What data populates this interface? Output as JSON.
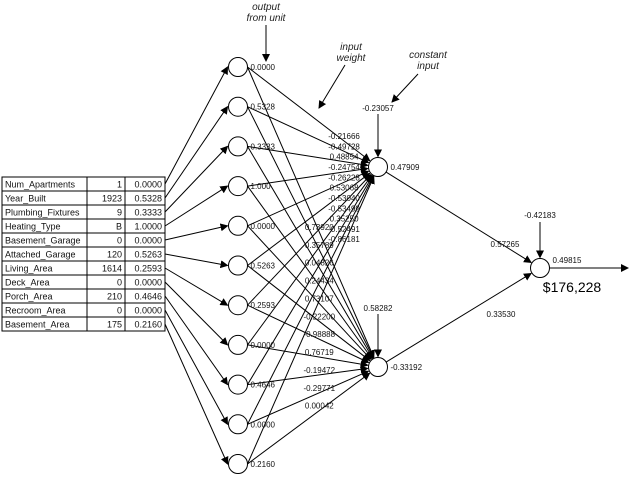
{
  "annotations": {
    "output_from_unit": [
      "output",
      "from unit"
    ],
    "input_weight": [
      "input",
      "weight"
    ],
    "constant_input": [
      "constant",
      "input"
    ]
  },
  "input_table": [
    {
      "name": "Num_Apartments",
      "raw": "1",
      "norm": "0.0000"
    },
    {
      "name": "Year_Built",
      "raw": "1923",
      "norm": "0.5328"
    },
    {
      "name": "Plumbing_Fixtures",
      "raw": "9",
      "norm": "0.3333"
    },
    {
      "name": "Heating_Type",
      "raw": "B",
      "norm": "1.0000"
    },
    {
      "name": "Basement_Garage",
      "raw": "0",
      "norm": "0.0000"
    },
    {
      "name": "Attached_Garage",
      "raw": "120",
      "norm": "0.5263"
    },
    {
      "name": "Living_Area",
      "raw": "1614",
      "norm": "0.2593"
    },
    {
      "name": "Deck_Area",
      "raw": "0",
      "norm": "0.0000"
    },
    {
      "name": "Porch_Area",
      "raw": "210",
      "norm": "0.4646"
    },
    {
      "name": "Recroom_Area",
      "raw": "0",
      "norm": "0.0000"
    },
    {
      "name": "Basement_Area",
      "raw": "175",
      "norm": "0.2160"
    }
  ],
  "input_node_outputs": [
    "0.0000",
    "0.5328",
    "0.3333",
    "1.000",
    "0.0000",
    "0.5263",
    "0.2593",
    "0.0000",
    "0.4646",
    "0.0000",
    "0.2160"
  ],
  "hidden_units": [
    {
      "constant_weight": "-0.23057",
      "output": "0.47909",
      "weights": [
        "-0.21666",
        "-0.49728",
        "0.48854",
        "-0.24754",
        "-0.26228",
        "0.53068",
        "-0.53040",
        "-0.53499",
        "0.35250",
        "-0.52491",
        "-0.86181"
      ]
    },
    {
      "constant_weight": "0.58282",
      "output": "-0.33192",
      "weights": [
        "0.73920",
        "0.35789",
        "0.04826",
        "0.24434",
        "0.73107",
        "-0.22200",
        "-0.98888",
        "0.76719",
        "-0.19472",
        "-0.29771",
        "0.00042"
      ]
    }
  ],
  "output_unit": {
    "constant_weight": "-0.42183",
    "weights": [
      "0.57265",
      "0.33530"
    ],
    "output": "0.49815",
    "prediction": "$176,228"
  }
}
